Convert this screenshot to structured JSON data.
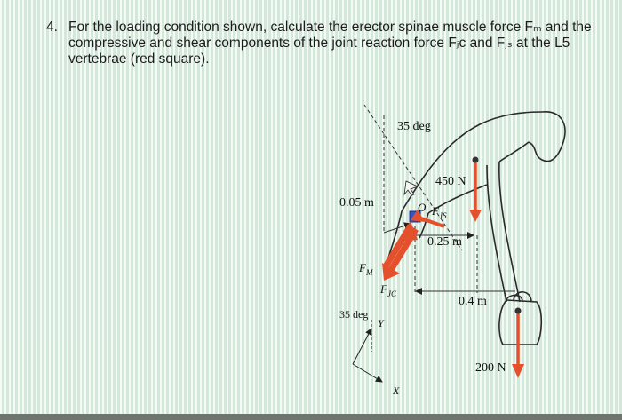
{
  "question": {
    "number": "4.",
    "lines": [
      "For the loading condition shown, calculate the erector spinae muscle force Fₘ and the",
      "compressive and shear components of the joint reaction force Fⱼᴄ and Fⱼₛ at the L5",
      "vertebrae (red square)."
    ]
  },
  "diagram": {
    "angle_top": "35 deg",
    "force_upper_body": "450 N",
    "dist_muscle": "0.05 m",
    "point_o": "O",
    "force_js": "F",
    "force_js_sub": "JS",
    "dist_upper": "0.25 m",
    "force_m": "F",
    "force_m_sub": "M",
    "force_jc": "F",
    "force_jc_sub": "JC",
    "dist_load": "0.4 m",
    "angle_axes": "35 deg",
    "axis_y": "Y",
    "axis_x": "X",
    "force_load": "200 N",
    "colors": {
      "arrow_red": "#e5502c",
      "vertebra_blue": "#3355cc",
      "outline": "#2a2a2a"
    }
  }
}
